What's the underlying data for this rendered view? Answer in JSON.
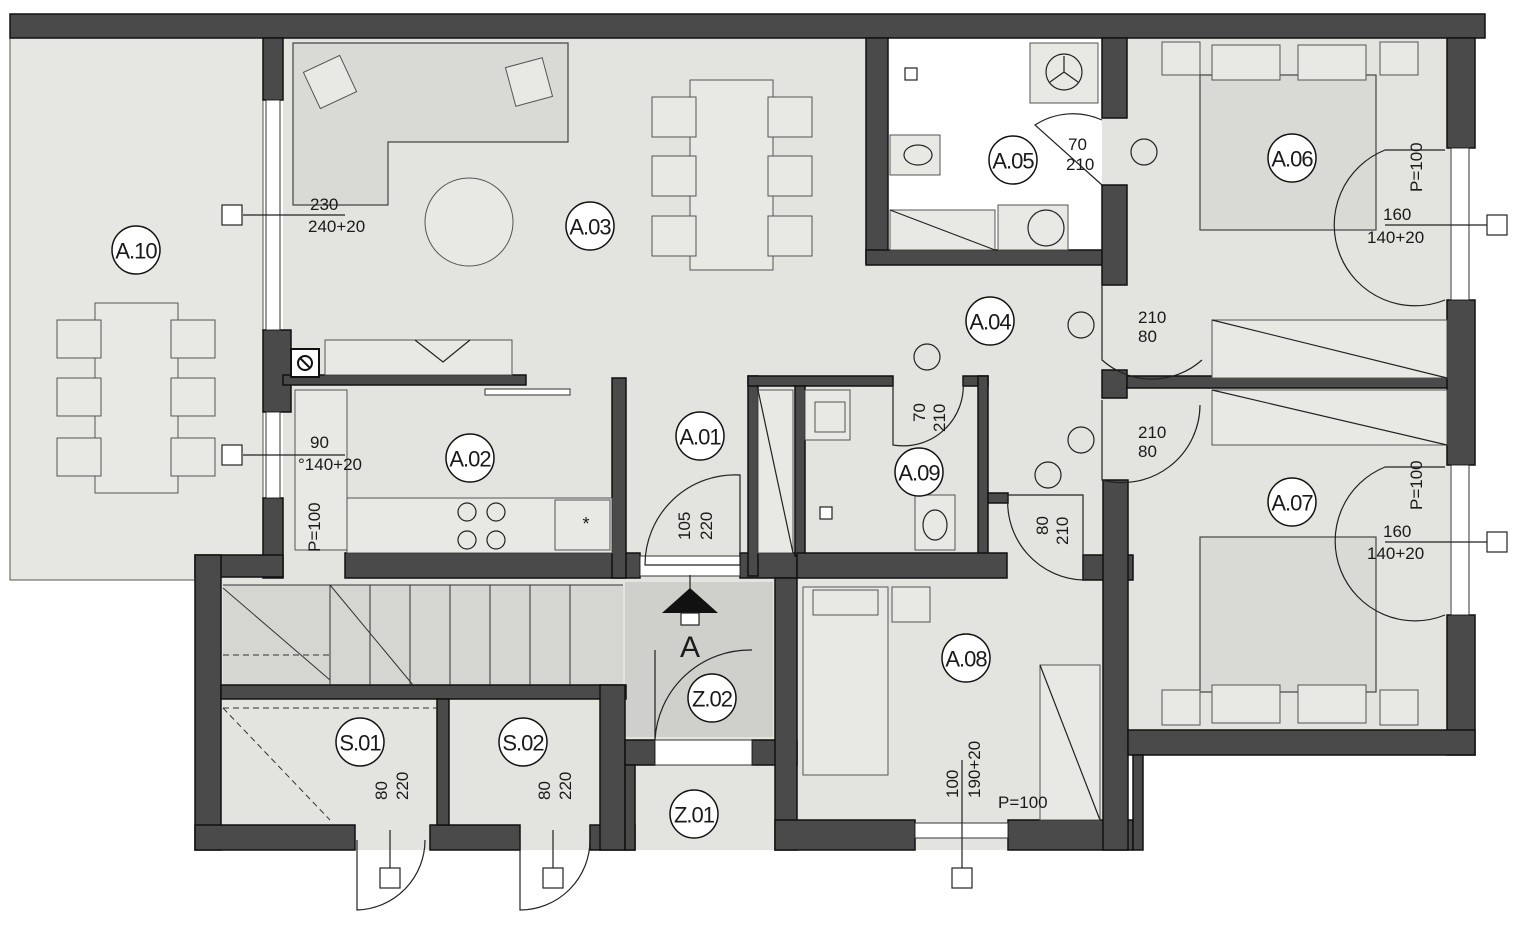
{
  "plan": {
    "rooms": [
      {
        "id": "A.10"
      },
      {
        "id": "A.03"
      },
      {
        "id": "A.02"
      },
      {
        "id": "A.01"
      },
      {
        "id": "A.05"
      },
      {
        "id": "A.06"
      },
      {
        "id": "A.04"
      },
      {
        "id": "A.09"
      },
      {
        "id": "A.07"
      },
      {
        "id": "A.08"
      },
      {
        "id": "Z.02"
      },
      {
        "id": "Z.01"
      },
      {
        "id": "S.01"
      },
      {
        "id": "S.02"
      }
    ],
    "dimensions": {
      "living_window_top": "230",
      "living_window_bottom": "240+20",
      "kitchen_window_top": "90",
      "kitchen_window_bottom": "°140+20",
      "kitchen_parapet": "P=100",
      "bath_door_top": "70",
      "bath_door_bottom": "210",
      "bed1_door_top": "210",
      "bed1_door_bottom": "80",
      "bed2_door_top": "210",
      "bed2_door_bottom": "80",
      "wc_door_a": "70",
      "wc_door_b": "210",
      "hall_door_a": "105",
      "hall_door_b": "220",
      "room8_door_a": "80",
      "room8_door_b": "210",
      "bed1_parapet": "P=100",
      "bed1_window_top": "160",
      "bed1_window_bottom": "140+20",
      "bed2_parapet": "P=100",
      "bed2_window_top": "160",
      "bed2_window_bottom": "140+20",
      "room8_window_a": "100",
      "room8_window_b": "190+20",
      "room8_parapet": "P=100",
      "s01_door_a": "80",
      "s01_door_b": "220",
      "s02_door_a": "80",
      "s02_door_b": "220"
    },
    "entrance_label": "A"
  }
}
